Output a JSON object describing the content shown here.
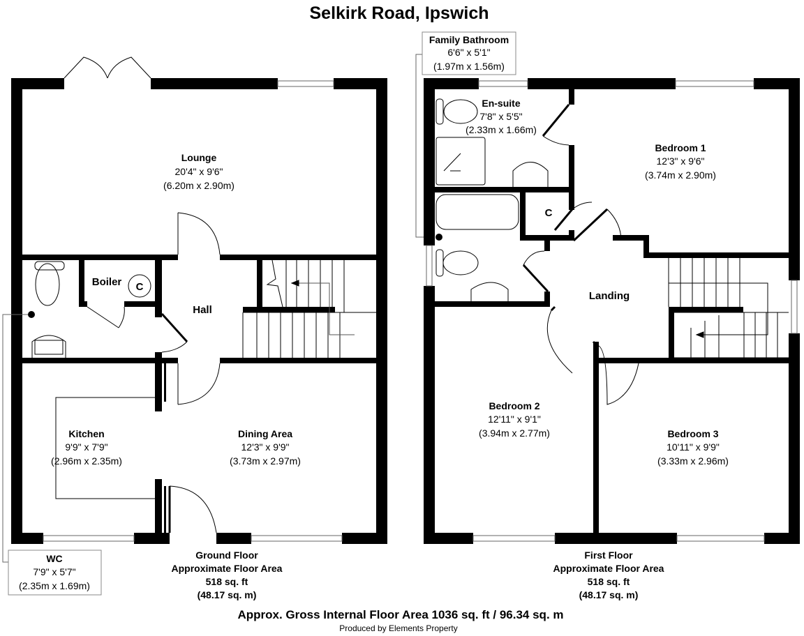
{
  "title": "Selkirk Road, Ipswich",
  "ground_floor": {
    "rooms": [
      {
        "name": "Lounge",
        "imperial": "20'4\" x 9'6\"",
        "metric": "(6.20m x 2.90m)"
      },
      {
        "name": "Kitchen",
        "imperial": "9'9\" x 7'9\"",
        "metric": "(2.96m x 2.35m)"
      },
      {
        "name": "Dining Area",
        "imperial": "12'3\" x 9'9\"",
        "metric": "(3.73m x 2.97m)"
      },
      {
        "name": "WC",
        "imperial": "7'9\" x 5'7\"",
        "metric": "(2.35m x 1.69m)"
      }
    ],
    "labels": {
      "boiler": "Boiler",
      "cupboard": "C",
      "hall": "Hall"
    },
    "area": {
      "line1": "Ground Floor",
      "line2": "Approximate Floor Area",
      "line3": "518 sq. ft",
      "line4": "(48.17 sq. m)"
    }
  },
  "first_floor": {
    "rooms": [
      {
        "name": "Family Bathroom",
        "imperial": "6'6\" x 5'1\"",
        "metric": "(1.97m x 1.56m)"
      },
      {
        "name": "En-suite",
        "imperial": "7'8\" x 5'5\"",
        "metric": "(2.33m x 1.66m)"
      },
      {
        "name": "Bedroom 1",
        "imperial": "12'3\" x 9'6\"",
        "metric": "(3.74m x 2.90m)"
      },
      {
        "name": "Bedroom 2",
        "imperial": "12'11\" x 9'1\"",
        "metric": "(3.94m x 2.77m)"
      },
      {
        "name": "Bedroom 3",
        "imperial": "10'11\" x 9'9\"",
        "metric": "(3.33m x 2.96m)"
      }
    ],
    "labels": {
      "cupboard": "C",
      "landing": "Landing"
    },
    "area": {
      "line1": "First Floor",
      "line2": "Approximate Floor Area",
      "line3": "518 sq. ft",
      "line4": "(48.17 sq. m)"
    }
  },
  "gross_area": "Approx. Gross Internal Floor Area 1036 sq. ft / 96.34 sq. m",
  "credit": "Produced by Elements Property"
}
